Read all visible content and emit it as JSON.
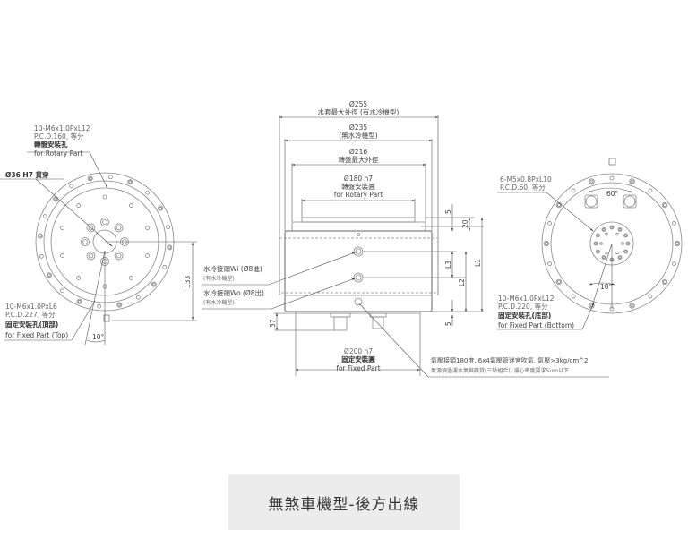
{
  "caption": "無煞車機型-後方出線",
  "top_view": {
    "rotary_holes": [
      "10-M6x1.0PxL12",
      "P.C.D.160, 等分",
      "轉盤安裝孔",
      "for Rotary Part"
    ],
    "bore": "Ø36 H7 貫穿",
    "fixed_top": [
      "10-M6x1.0PxL6",
      "P.C.D.227, 等分",
      "固定安裝孔(頂部)",
      "for Fixed Part (Top)"
    ],
    "angle": "10°",
    "dim_133": "133"
  },
  "side_view": {
    "d255": [
      "Ø255",
      "水套最大外徑 (有水冷機型)"
    ],
    "d235": [
      "Ø235",
      "(無水冷機型)"
    ],
    "d216": [
      "Ø216",
      "轉盤最大外徑"
    ],
    "d180": [
      "Ø180 h7",
      "轉盤安裝圓",
      "for Rotary Part"
    ],
    "water_in": [
      "水冷接頭Wi (Ø8進)",
      "(有水冷機型)"
    ],
    "water_out": [
      "水冷接頭Wo (Ø8出)",
      "(有水冷機型)"
    ],
    "d200": [
      "Ø200 h7",
      "固定安裝圓",
      "for Fixed Part"
    ],
    "air": [
      "氣壓接頭180度, 6x4氣壓管迷宮吹氣, 氣壓>3kg/cm^2",
      "氣源須過濾水氣與雜質(三點組合), 濾心密度要求5um以下"
    ],
    "dims": {
      "d5a": "5",
      "d20": "20",
      "L3": "L3",
      "L2": "L2",
      "L1": "L1",
      "d5b": "5",
      "d37": "37"
    }
  },
  "bottom_view": {
    "m5": [
      "6-M5x0.8PxL10",
      "P.C.D.60, 等分"
    ],
    "angle60": "60°",
    "angle18": "18°",
    "fixed_bottom": [
      "10-M6x1.0PxL12",
      "P.C.D.220, 等分",
      "固定安裝孔(底部)",
      "for Fixed Part (Bottom)"
    ]
  }
}
